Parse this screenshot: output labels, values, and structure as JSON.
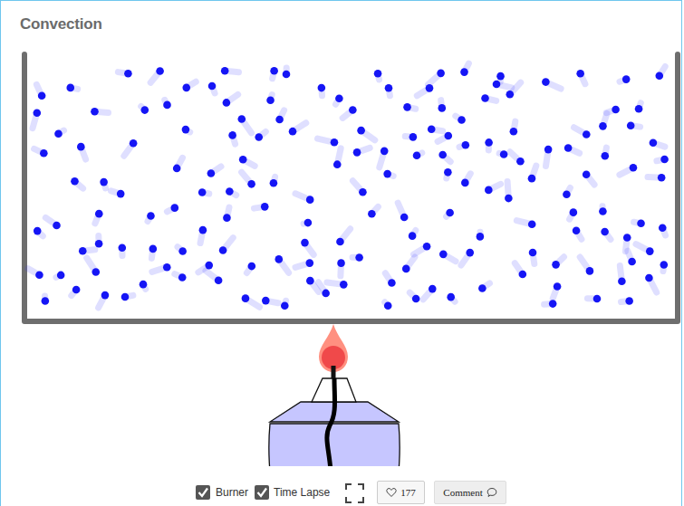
{
  "diagram": {
    "title": "Convection",
    "nodes": [
      {
        "text": [
          "177"
        ]
      },
      {
        "text": [
          "Comment"
        ]
      }
    ],
    "labels": [
      "Burner",
      "Time Lapse"
    ]
  }
}
